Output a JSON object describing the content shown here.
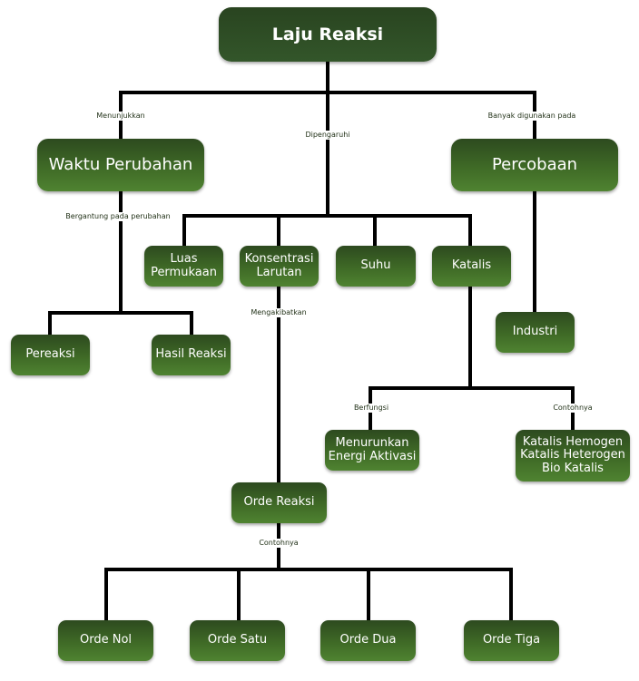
{
  "nodes": {
    "laju_reaksi": "Laju Reaksi",
    "waktu_perubahan": "Waktu Perubahan",
    "percobaan": "Percobaan",
    "luas_permukaan": "Luas\nPermukaan",
    "konsentrasi_larutan": "Konsentrasi\nLarutan",
    "suhu": "Suhu",
    "katalis": "Katalis",
    "pereaksi": "Pereaksi",
    "hasil_reaksi": "Hasil Reaksi",
    "industri": "Industri",
    "menurunkan_energi": "Menurunkan\nEnergi Aktivasi",
    "contoh_katalis": "Katalis Hemogen\nKatalis Heterogen\nBio Katalis",
    "orde_reaksi": "Orde Reaksi",
    "orde_nol": "Orde Nol",
    "orde_satu": "Orde Satu",
    "orde_dua": "Orde Dua",
    "orde_tiga": "Orde Tiga"
  },
  "labels": {
    "menunjukkan": "Menunjukkan",
    "dipengaruhi": "Dipengaruhi",
    "banyak_digunakan": "Banyak digunakan pada",
    "bergantung": "Bergantung pada\nperubahan",
    "mengakibatkan": "Mengakibatkan",
    "berfungsi": "Berfungsi",
    "contohnya_katalis": "Contohnya",
    "contohnya_orde": "Contohnya"
  },
  "colors": {
    "node_dark": "#2d4a1f",
    "node_light": "#4f8331",
    "connector": "#000000"
  }
}
